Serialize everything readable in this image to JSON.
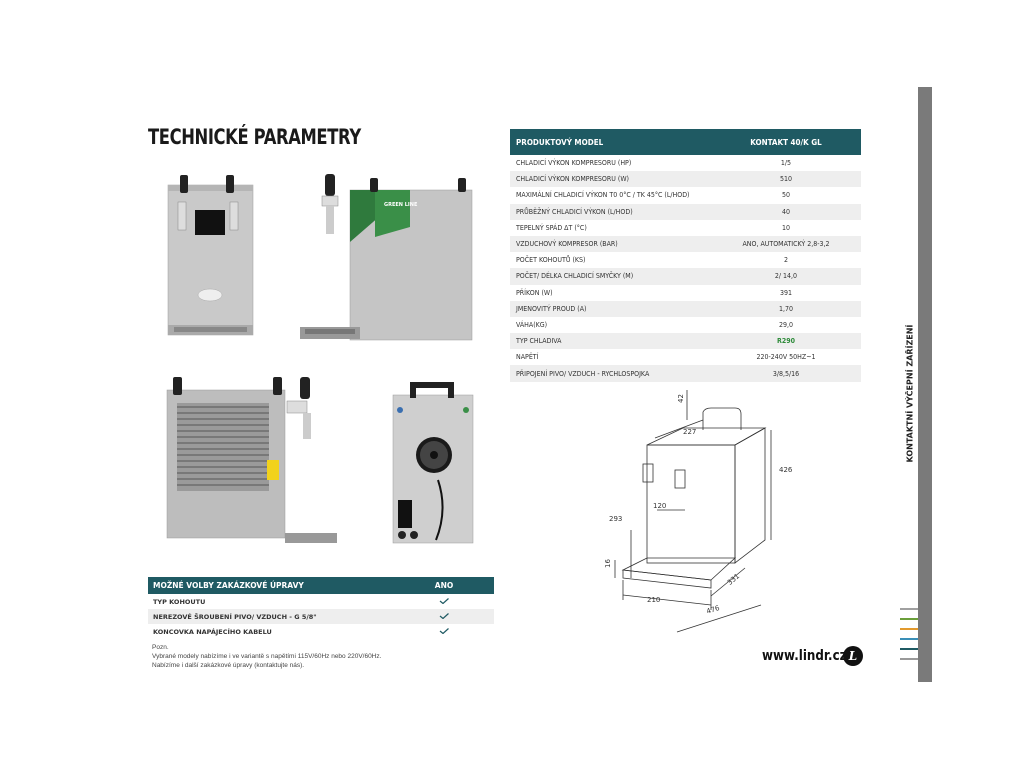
{
  "page": {
    "title": "TECHNICKÉ PARAMETRY",
    "website": "www.lindr.cz",
    "side_label": "KONTAKTNÍ VÝČEPNÍ ZAŘÍZENÍ"
  },
  "spec_table": {
    "header": {
      "label": "PRODUKTOVÝ MODEL",
      "value": "KONTAKT 40/K GL"
    },
    "rows": [
      {
        "label": "Chladicí výkon kompresoru (HP)",
        "value": "1/5"
      },
      {
        "label": "Chladicí výkon kompresoru (W)",
        "value": "510"
      },
      {
        "label": "Maximální chladicí výkon t0 0°C / tk 45°C (l/hod)",
        "value": "50"
      },
      {
        "label": " Průběžný chladicí výkon (l/hod)",
        "value": "40"
      },
      {
        "label": "Tepelný spád Δt (°C)",
        "value": "10"
      },
      {
        "label": "Vzduchový kompresor (bar)",
        "value": "ANO, automatický 2,8-3,2"
      },
      {
        "label": "Počet kohoutů (ks)",
        "value": "2"
      },
      {
        "label": "Počet/ délka chladicí smyčky (m)",
        "value": "2/ 14,0"
      },
      {
        "label": "Příkon (W)",
        "value": "391"
      },
      {
        "label": "Jmenovitý proud (A)",
        "value": "1,70"
      },
      {
        "label": "Váha(kg)",
        "value": "29,0"
      },
      {
        "label": "Typ chladiva",
        "value": "R290",
        "highlight": true
      },
      {
        "label": "Napětí",
        "value": "220-240V 50Hz~1"
      },
      {
        "label": "Připojení pivo/ vzduch - rychlospojka",
        "value": "3/8,5/16"
      }
    ]
  },
  "options_table": {
    "header": {
      "label": "MOŽNÉ VOLBY ZAKÁZKOVÉ ÚPRAVY",
      "value": "ANO"
    },
    "rows": [
      {
        "label": "Typ kohoutu"
      },
      {
        "label": "Nerezové šroubení pivo/ vzduch - G 5/8\""
      },
      {
        "label": "Koncovka napájecího kabelu"
      }
    ]
  },
  "note": {
    "heading": "Pozn.",
    "lines": [
      "Vybrané modely nabízíme i ve variantě s napětími 115V/60Hz nebo 220V/60Hz.",
      "Nabízíme i další zakázkové úpravy (kontaktujte nás)."
    ]
  },
  "product_badge": "GREEN LINE",
  "logo_letter": "L",
  "dimensions": {
    "d42": "42",
    "d227": "227",
    "d426": "426",
    "d120": "120",
    "d293": "293",
    "d16": "16",
    "d331": "331",
    "d210": "210",
    "d476": "476"
  },
  "colors": {
    "header_teal": "#1f5a63",
    "check_teal": "#1f5a63",
    "highlight_green": "#2e8b3a",
    "side_bar_gray": "#7a7a7a",
    "accent_lines": [
      "#a0a0a0",
      "#6b9f3b",
      "#e29a2e",
      "#3a8fb7",
      "#1f5a63",
      "#999999"
    ]
  }
}
